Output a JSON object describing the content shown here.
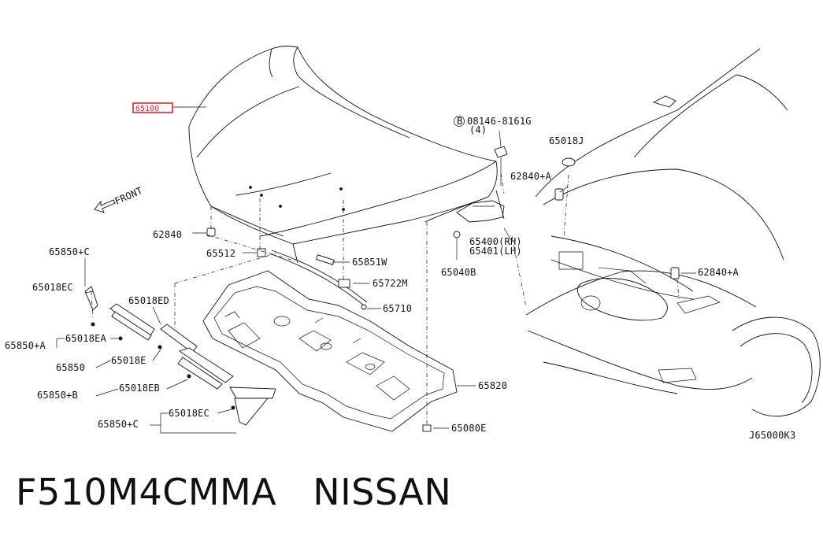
{
  "diagram": {
    "direction_label": "FRONT",
    "drawing_code": "J65000K3",
    "highlighted_part": "65100",
    "callouts": {
      "hood": "65100",
      "bolt": "08146-8161G",
      "bolt_qty": "(4)",
      "bolt_symbol": "B",
      "clip_j": "65018J",
      "bumper_a1": "62840+A",
      "bumper_a2": "62840+A",
      "bumper": "62840",
      "hinge_rh": "65400(RH)",
      "hinge_lh": "65401(LH)",
      "grommet": "65040B",
      "clip": "65512",
      "seal_w": "65851W",
      "rod_holder": "65722M",
      "support_rod": "65710",
      "insulator": "65820",
      "clip_e": "65080E",
      "seal_c_top": "65850+C",
      "clip_ec_top": "65018EC",
      "clip_ed": "65018ED",
      "seal_a": "65850+A",
      "clip_ea": "65018EA",
      "seal": "65850",
      "clip_e2": "65018E",
      "seal_b": "65850+B",
      "clip_eb": "65018EB",
      "seal_c_bottom": "65850+C",
      "clip_ec_bottom": "65018EC"
    }
  },
  "footer": {
    "part_code": "F510M4CMMA",
    "brand": "NISSAN"
  },
  "colors": {
    "line": "#111111",
    "highlight": "#e3262b",
    "background": "#ffffff"
  }
}
